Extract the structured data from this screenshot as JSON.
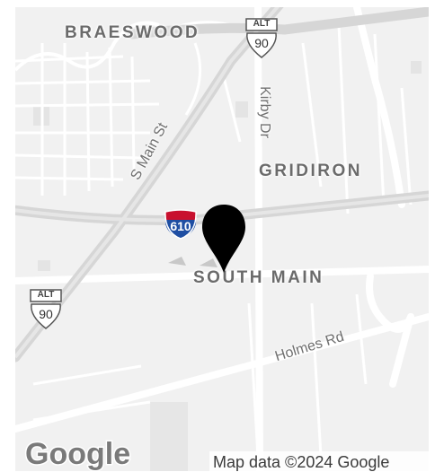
{
  "map": {
    "areas": {
      "braeswood": "BRAESWOOD",
      "gridiron": "GRIDIRON",
      "south_main": "SOUTH MAIN"
    },
    "streets": {
      "s_main_st": "S Main St",
      "kirby_dr": "Kirby Dr",
      "holmes_rd": "Holmes Rd"
    },
    "shields": {
      "alt90_top": {
        "alt": "ALT",
        "number": "90"
      },
      "alt90_left": {
        "alt": "ALT",
        "number": "90"
      },
      "interstate": {
        "number": "610"
      }
    },
    "marker_color": "#000000",
    "road_color": "#dcdcdc",
    "highway_color": "#d4d4d4",
    "background_color": "#f1f1f1"
  },
  "footer": {
    "logo": "Google",
    "attribution": "Map data ©2024 Google"
  }
}
